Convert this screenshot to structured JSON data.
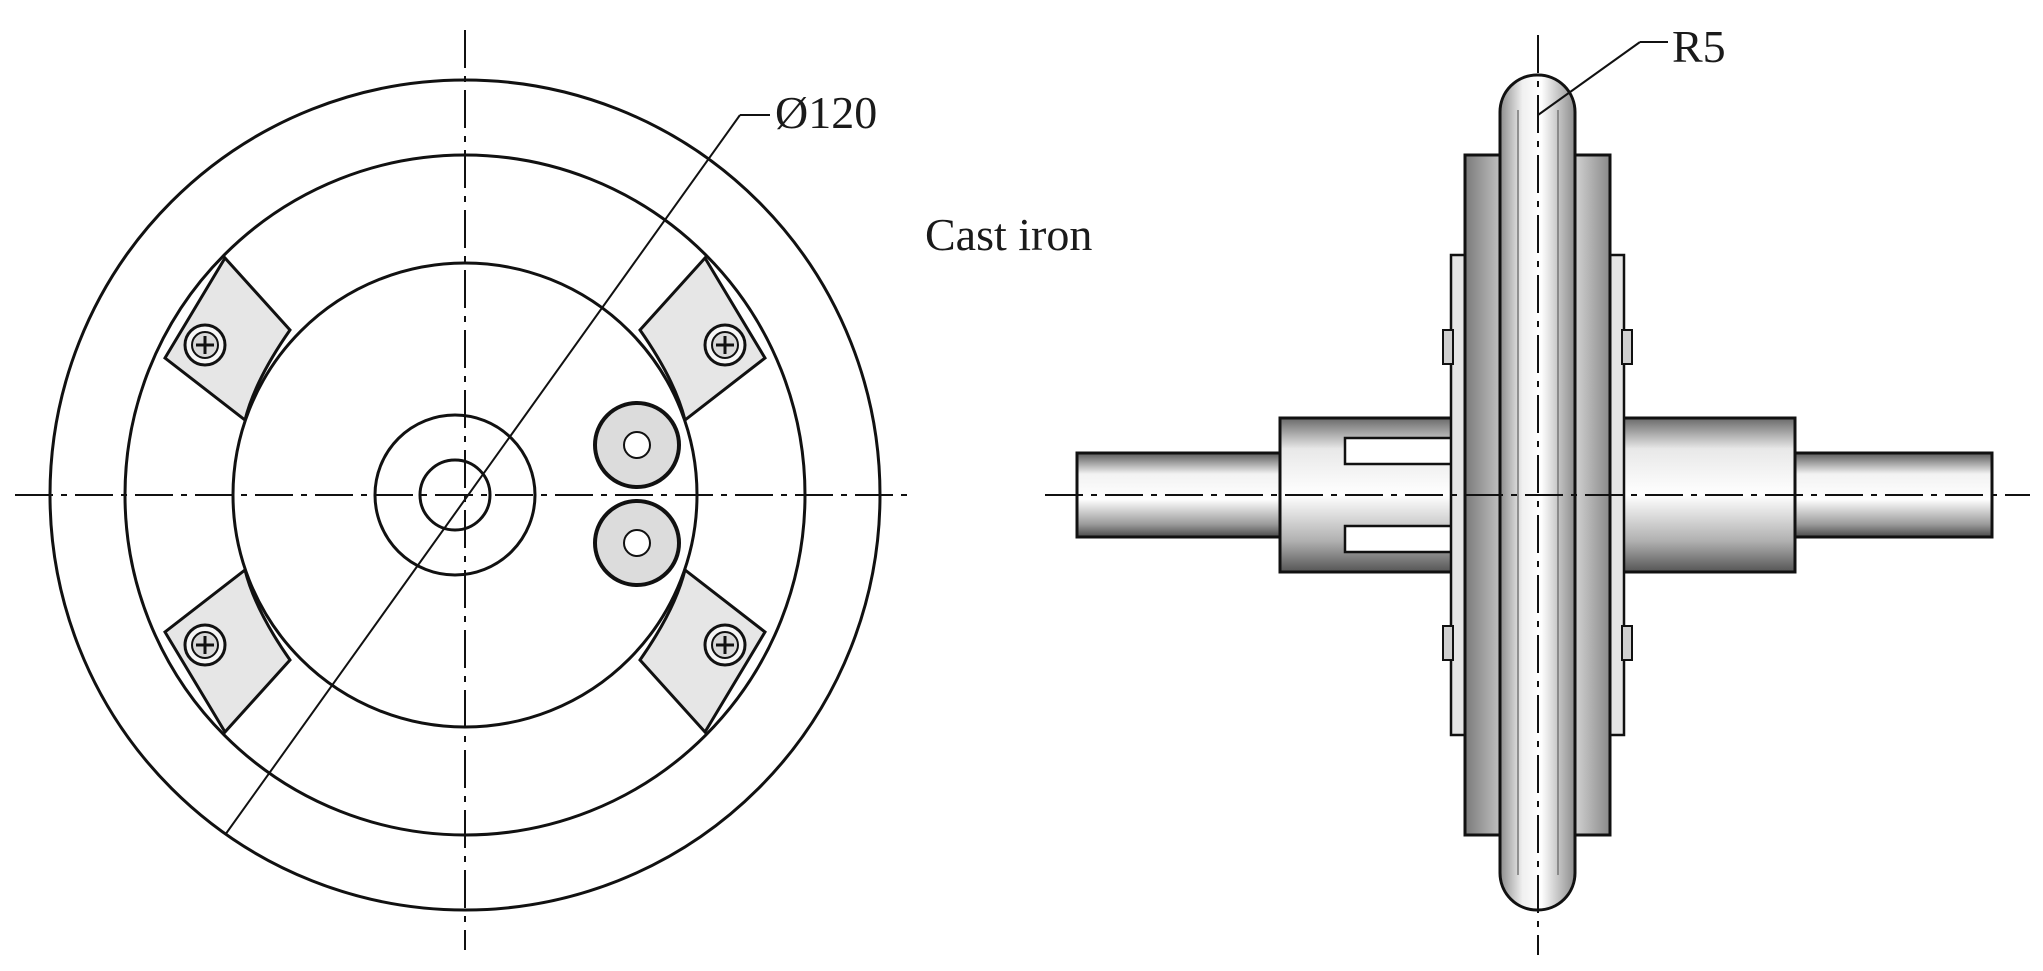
{
  "labels": {
    "diameter": "Ø120",
    "material": "Cast iron",
    "radius": "R5"
  }
}
